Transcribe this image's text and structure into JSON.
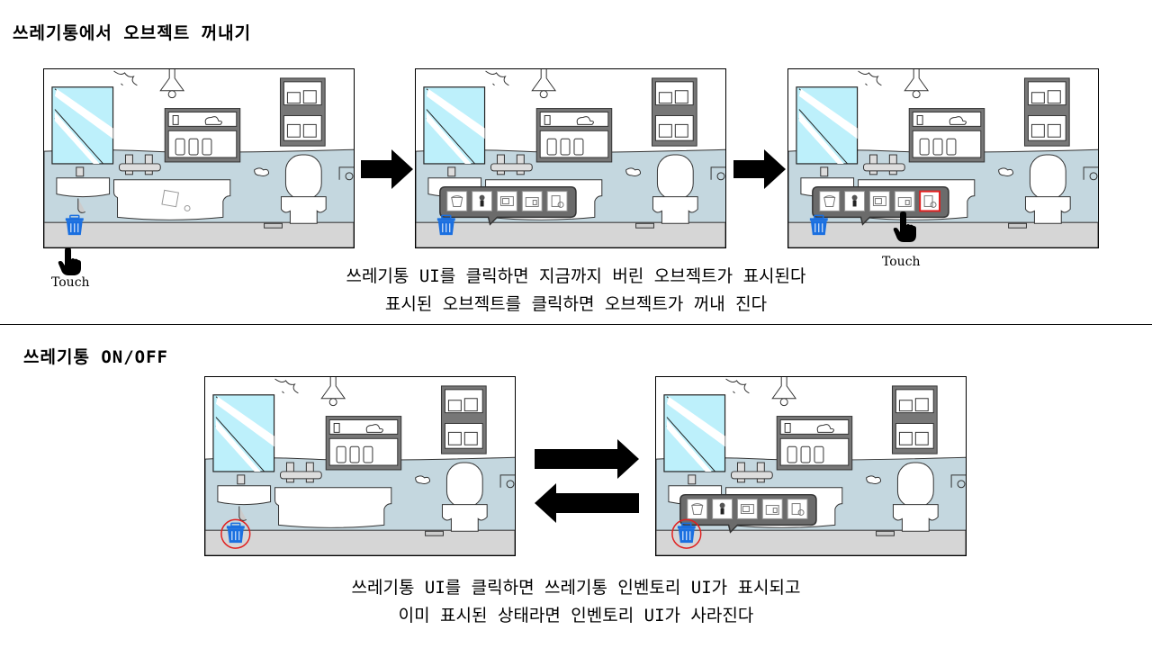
{
  "section1": {
    "title": "쓰레기통에서 오브젝트 꺼내기",
    "caption_line1": "쓰레기통 UI를 클릭하면 지금까지 버린 오브젝트가 표시된다",
    "caption_line2": "표시된 오브젝트를 클릭하면 오브젝트가 꺼내 진다",
    "panels": [
      {
        "name": "step-1-trash-closed",
        "inventory_open": false,
        "trash_highlight": false,
        "selected_slot": null,
        "dropped_object_visible": true
      },
      {
        "name": "step-2-inventory-open",
        "inventory_open": true,
        "trash_highlight": false,
        "selected_slot": null,
        "dropped_object_visible": false
      },
      {
        "name": "step-3-object-selected",
        "inventory_open": true,
        "trash_highlight": false,
        "selected_slot": 5,
        "dropped_object_visible": false
      }
    ],
    "touch_labels": [
      "Touch",
      "Touch"
    ]
  },
  "section2": {
    "title": "쓰레기통 ON/OFF",
    "caption_line1": "쓰레기통 UI를 클릭하면 쓰레기통 인벤토리 UI가 표시되고",
    "caption_line2": "이미 표시된 상태라면 인벤토리 UI가 사라진다",
    "panels": [
      {
        "name": "state-off",
        "inventory_open": false,
        "trash_highlight": true,
        "selected_slot": null,
        "dropped_object_visible": false
      },
      {
        "name": "state-on",
        "inventory_open": true,
        "trash_highlight": true,
        "selected_slot": null,
        "dropped_object_visible": false
      }
    ]
  },
  "inventory_slots": [
    "bucket",
    "figure",
    "tv",
    "box",
    "cup"
  ],
  "icons": {
    "trash": "trash-can-icon",
    "hand": "pointing-hand-icon",
    "arrow_right": "arrow-right-icon",
    "arrow_left": "arrow-left-icon"
  },
  "colors": {
    "trash_blue": "#1a6fe0",
    "highlight_red": "#e02020",
    "wall_blue": "#c4d7df",
    "floor_gray": "#d6d6d6",
    "mirror_blue": "#bdf0fb",
    "inventory_bg": "#6b6b6b"
  }
}
